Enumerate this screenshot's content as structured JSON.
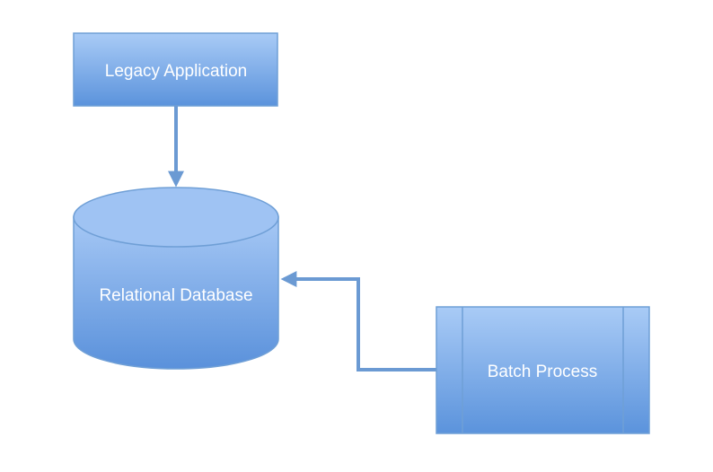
{
  "nodes": {
    "legacy_app": {
      "label": "Legacy Application"
    },
    "database": {
      "label": "Relational Database"
    },
    "batch": {
      "label": "Batch Process"
    }
  },
  "colors": {
    "fill_top": "#a9cbf6",
    "fill_bottom": "#5b93dc",
    "stroke": "#6f9fd6",
    "connector": "#6b9ad3",
    "text": "#ffffff"
  }
}
